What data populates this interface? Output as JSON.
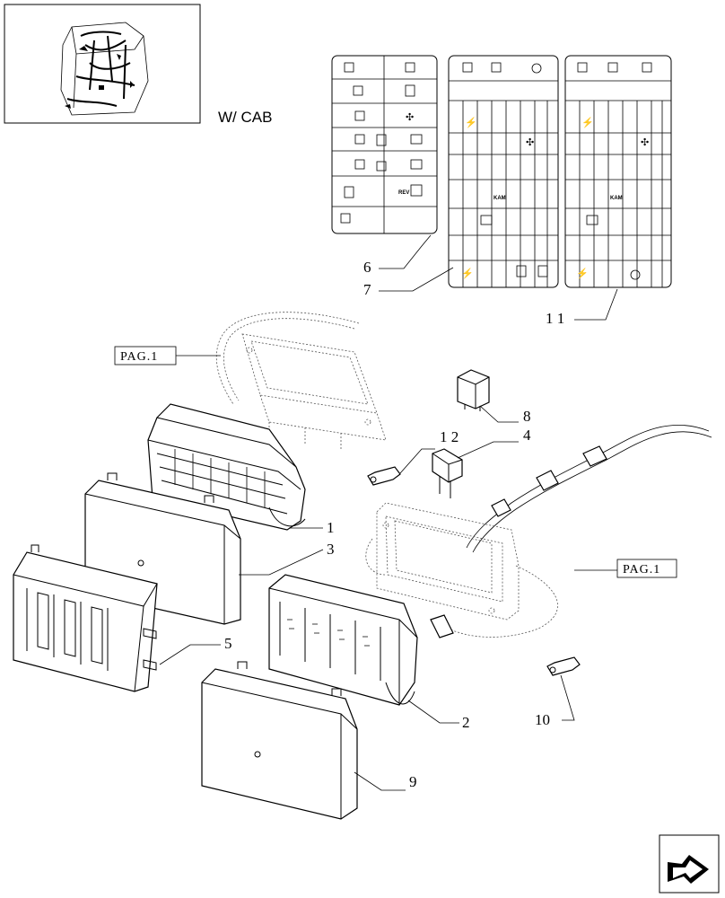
{
  "heading": "W/ CAB",
  "page_refs": [
    "PAG.1",
    "PAG.1"
  ],
  "callouts": {
    "c1": "1",
    "c2": "2",
    "c3": "3",
    "c4": "4",
    "c5": "5",
    "c6": "6",
    "c7": "7",
    "c8": "8",
    "c9": "9",
    "c10": "10",
    "c11": "1 1",
    "c12": "1 2"
  },
  "panel_texts": {
    "rev": "REV",
    "kam1": "KAM",
    "kam2": "KAM"
  },
  "nav_icon": "next-page-arrow-icon"
}
